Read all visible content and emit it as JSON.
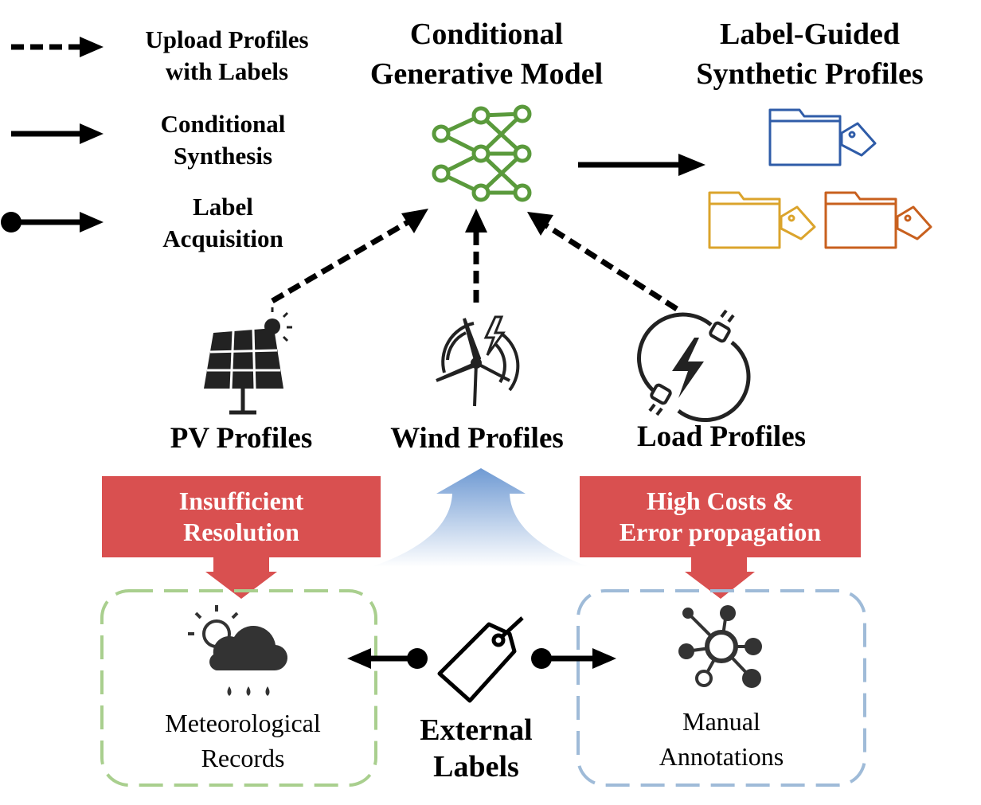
{
  "legend": {
    "upload": [
      "Upload Profiles",
      "with Labels"
    ],
    "synthesis": [
      "Conditional",
      "Synthesis"
    ],
    "acquisition": [
      "Label",
      "Acquisition"
    ]
  },
  "model": {
    "title": [
      "Conditional",
      "Generative Model"
    ]
  },
  "synthetic": {
    "title": [
      "Label-Guided",
      "Synthetic Profiles"
    ]
  },
  "profiles": {
    "pv": "PV Profiles",
    "wind": "Wind Profiles",
    "load": "Load Profiles"
  },
  "problems": {
    "left": [
      "Insufficient",
      "Resolution"
    ],
    "right": [
      "High Costs &",
      "Error propagation"
    ]
  },
  "sources": {
    "meteo": [
      "Meteorological",
      "Records"
    ],
    "manual": [
      "Manual",
      "Annotations"
    ]
  },
  "external": [
    "External",
    "Labels"
  ],
  "colors": {
    "model_green": "#5a9a3c",
    "folder_blue": "#2f5ca8",
    "folder_yellow": "#dba42c",
    "folder_orange": "#c8601e",
    "problem_red": "#d95050",
    "box_green": "#a9cf8e",
    "box_blue": "#9fbbd8",
    "upward_arrow_blue": "#6f9ad3"
  }
}
